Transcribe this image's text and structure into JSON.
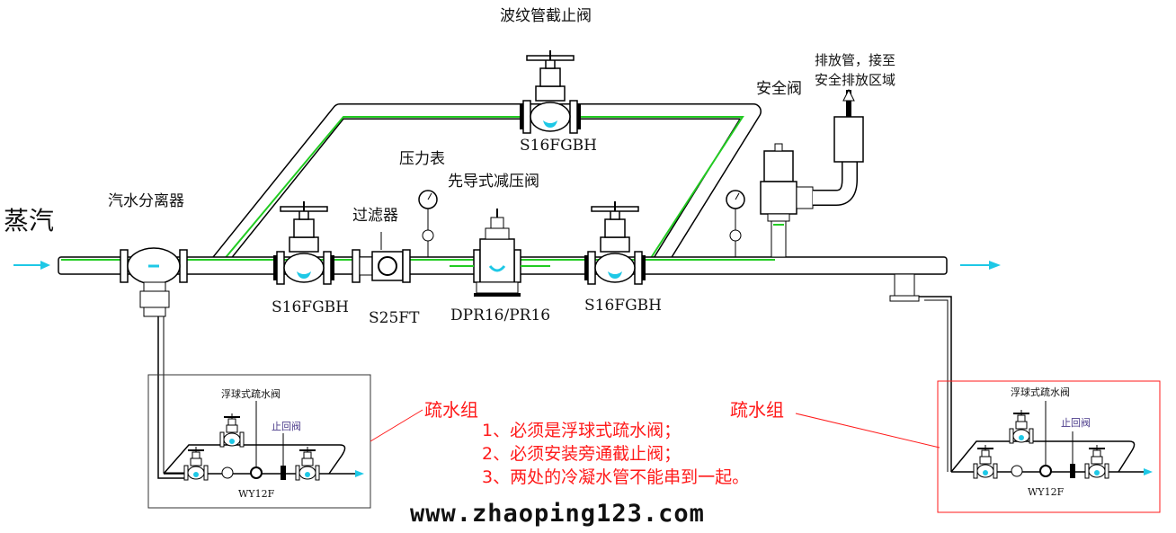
{
  "labels": {
    "steam": "蒸汽",
    "separator": "汽水分离器",
    "bellows_valve": "波纹管截止阀",
    "bellows_valve_model": "S16FGBH",
    "filter": "过滤器",
    "filter_model": "S25FT",
    "pressure_gauge": "压力表",
    "prv": "先导式减压阀",
    "prv_model": "DPR16/PR16",
    "valve_left_model": "S16FGBH",
    "valve_right_model": "S16FGBH",
    "safety_valve": "安全阀",
    "vent_line_1": "排放管，接至",
    "vent_line_2": "安全排放区域"
  },
  "drain_groups": [
    {
      "title": "疏水组",
      "trap_label": "浮球式疏水阀",
      "check_label": "止回阀",
      "model": "WY12F"
    },
    {
      "title": "疏水组",
      "trap_label": "浮球式疏水阀",
      "check_label": "止回阀",
      "model": "WY12F"
    }
  ],
  "notes": [
    "1、必须是浮球式疏水阀；",
    "2、必须安装旁通截止阀；",
    "3、两处的冷凝水管不能串到一起。"
  ],
  "watermark": "www.zhaoping123.com",
  "colors": {
    "pipe_highlight": "#22cc22",
    "flow_arrow": "#1ec8e6",
    "note_red": "#ff1a1a"
  }
}
